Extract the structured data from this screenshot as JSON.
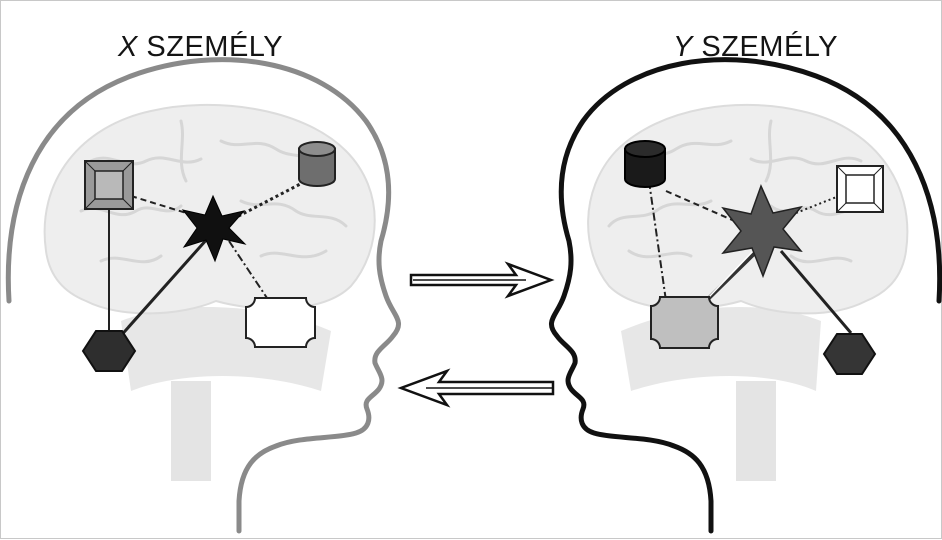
{
  "person_x": {
    "letter": "X",
    "word": "SZEMÉLY"
  },
  "person_y": {
    "letter": "Y",
    "word": "SZEMÉLY"
  },
  "arrows": {
    "x_to_y": "right",
    "y_to_x": "left"
  },
  "colors": {
    "head_x_outline": "#8a8a8a",
    "head_y_outline": "#111111",
    "brain_fill": "#eeeeee",
    "brain_fold": "#d9d9d9",
    "bone_fill": "#e6e6e6",
    "star_x": "#101010",
    "star_y": "#555555"
  }
}
